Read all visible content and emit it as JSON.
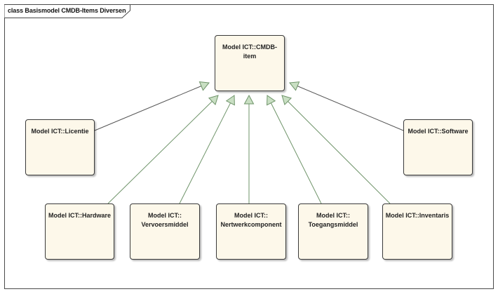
{
  "frame": {
    "title": "class Basismodel CMDB-Items Diversen"
  },
  "classes": {
    "cmdb_item": "Model ICT::CMDB-\nitem",
    "licentie": "Model ICT::Licentie",
    "software": "Model ICT::Software",
    "hardware": "Model ICT::Hardware",
    "vervoersmiddel": "Model ICT::\nVervoersmiddel",
    "netwerkcomponent": "Model ICT::\nNertwerkcomponent",
    "toegangsmiddel": "Model ICT::\nToegangsmiddel",
    "inventaris": "Model ICT::Inventaris"
  },
  "relationships": [
    {
      "from": "licentie",
      "to": "cmdb_item",
      "type": "generalization"
    },
    {
      "from": "hardware",
      "to": "cmdb_item",
      "type": "generalization"
    },
    {
      "from": "vervoersmiddel",
      "to": "cmdb_item",
      "type": "generalization"
    },
    {
      "from": "netwerkcomponent",
      "to": "cmdb_item",
      "type": "generalization"
    },
    {
      "from": "toegangsmiddel",
      "to": "cmdb_item",
      "type": "generalization"
    },
    {
      "from": "inventaris",
      "to": "cmdb_item",
      "type": "generalization"
    },
    {
      "from": "software",
      "to": "cmdb_item",
      "type": "generalization"
    }
  ],
  "colors": {
    "class_fill": "#fdf8ea",
    "class_border": "#3a3a3a",
    "arrowhead_fill": "#c9dfc3",
    "arrowhead_stroke": "#6f946a",
    "generalization_line": "#6f946a"
  }
}
